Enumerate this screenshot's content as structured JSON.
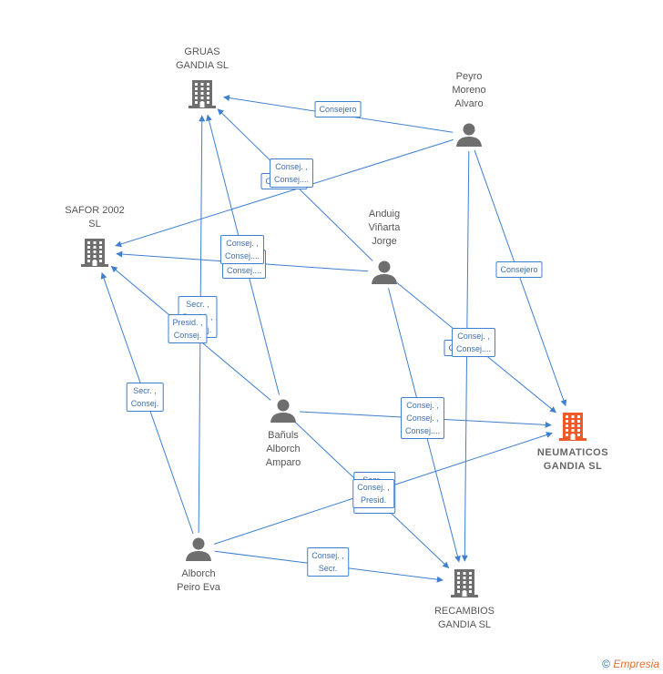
{
  "colors": {
    "edge": "#3f7fd0",
    "node": "#6e6e6e",
    "highlight": "#f05a28"
  },
  "nodes": [
    {
      "id": "gruas",
      "type": "company",
      "label": "GRUAS\nGANDIA SL"
    },
    {
      "id": "safor",
      "type": "company",
      "label": "SAFOR 2002\nSL"
    },
    {
      "id": "neumaticos",
      "type": "company",
      "label": "NEUMATICOS\nGANDIA SL",
      "highlight": true
    },
    {
      "id": "recambios",
      "type": "company",
      "label": "RECAMBIOS\nGANDIA SL"
    },
    {
      "id": "peyro",
      "type": "person",
      "label": "Peyro\nMoreno\nAlvaro"
    },
    {
      "id": "anduig",
      "type": "person",
      "label": "Anduig\nViñarta\nJorge"
    },
    {
      "id": "banuls",
      "type": "person",
      "label": "Bañuls\nAlborch\nAmparo"
    },
    {
      "id": "alborch",
      "type": "person",
      "label": "Alborch\nPeiro Eva"
    }
  ],
  "edges": [
    {
      "from": "peyro",
      "to": "gruas",
      "label": "Consejero"
    },
    {
      "from": "peyro",
      "to": "safor",
      "label": "Consejero"
    },
    {
      "from": "peyro",
      "to": "neumaticos",
      "label": "Consejero"
    },
    {
      "from": "peyro",
      "to": "recambios",
      "label": "Consejero"
    },
    {
      "from": "anduig",
      "to": "gruas",
      "label": "Consej. ,\nConsej...."
    },
    {
      "from": "anduig",
      "to": "safor",
      "label": "Consej. ,\nConsej...."
    },
    {
      "from": "anduig",
      "to": "neumaticos",
      "label": "Consej. ,\nConsej...."
    },
    {
      "from": "anduig",
      "to": "recambios",
      "label": ""
    },
    {
      "from": "banuls",
      "to": "gruas",
      "label": "Consej. ,\nConsej...."
    },
    {
      "from": "banuls",
      "to": "safor",
      "label": "Secr. ,\nPresid. ,\nConsej."
    },
    {
      "from": "banuls",
      "to": "neumaticos",
      "label": "Consej. ,\nConsej. ,\nConsej...."
    },
    {
      "from": "banuls",
      "to": "recambios",
      "label": "Secr. ,\nConsej. ,\nPresid."
    },
    {
      "from": "alborch",
      "to": "gruas",
      "label": "Presid. ,\nConsej."
    },
    {
      "from": "alborch",
      "to": "safor",
      "label": "Secr. ,\nConsej."
    },
    {
      "from": "alborch",
      "to": "neumaticos",
      "label": "Consej. ,\nPresid."
    },
    {
      "from": "alborch",
      "to": "recambios",
      "label": "Consej. ,\nSecr."
    }
  ],
  "footer": {
    "copyright": "©",
    "brand": "Empresia"
  }
}
